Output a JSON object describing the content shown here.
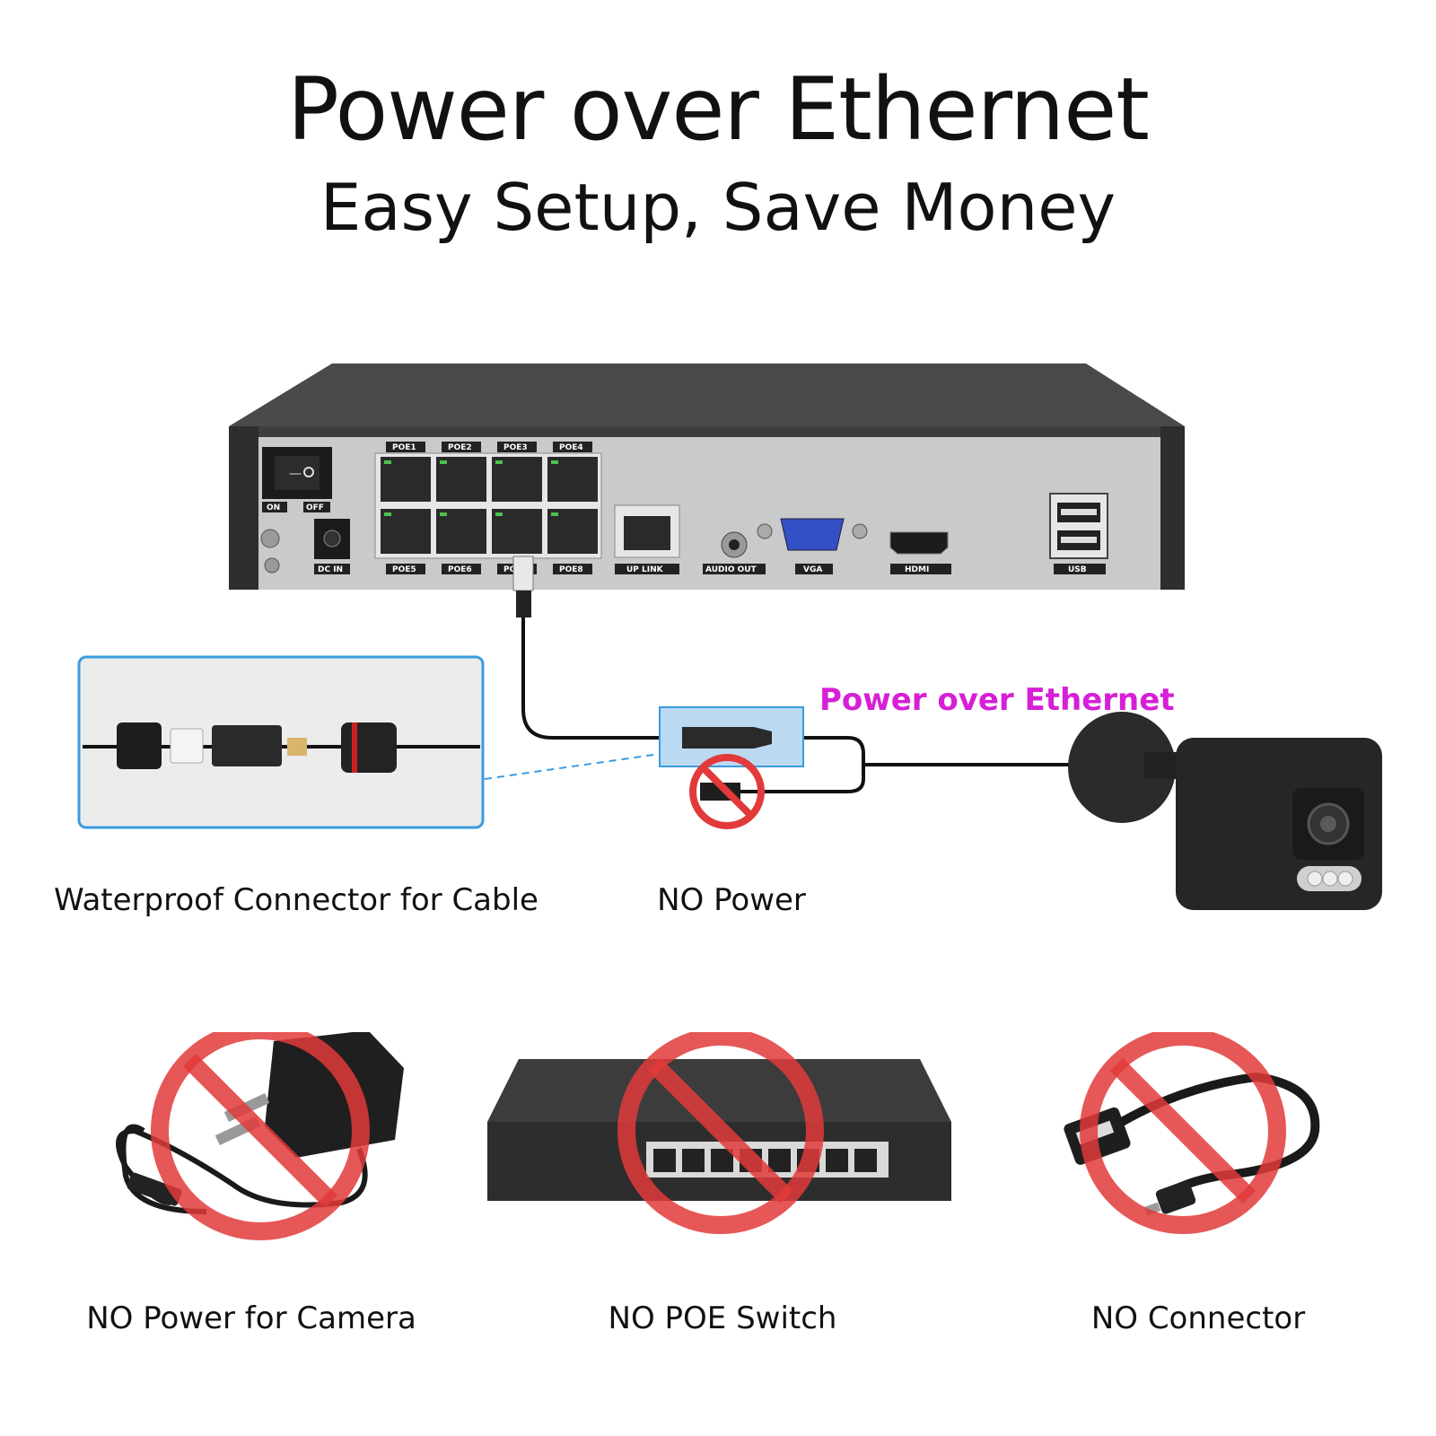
{
  "header": {
    "title": "Power over Ethernet",
    "subtitle": "Easy Setup, Save Money"
  },
  "nvr": {
    "port_labels": {
      "poe_top": [
        "POE1",
        "POE2",
        "POE3",
        "POE4"
      ],
      "poe_bottom": [
        "POE5",
        "POE6",
        "POE7",
        "POE8"
      ],
      "on": "ON",
      "off": "OFF",
      "dc_in": "DC IN",
      "uplink": "UP LINK",
      "audio_out": "AUDIO OUT",
      "vga": "VGA",
      "hdmi": "HDMI",
      "usb": "USB"
    }
  },
  "diagram": {
    "waterproof_label": "Waterproof Connector for Cable",
    "no_power_label": "NO Power",
    "poe_label": "Power over Ethernet"
  },
  "bottom": {
    "items": [
      {
        "label": "NO Power for Camera",
        "icon": "power-adapter-icon"
      },
      {
        "label": "NO POE Switch",
        "icon": "network-switch-icon"
      },
      {
        "label": "NO Connector",
        "icon": "usb-connector-icon"
      }
    ]
  },
  "colors": {
    "accent_poe": "#d61fd6",
    "prohibit_red": "#e23a3a",
    "highlight_blue": "#3a9be0"
  }
}
